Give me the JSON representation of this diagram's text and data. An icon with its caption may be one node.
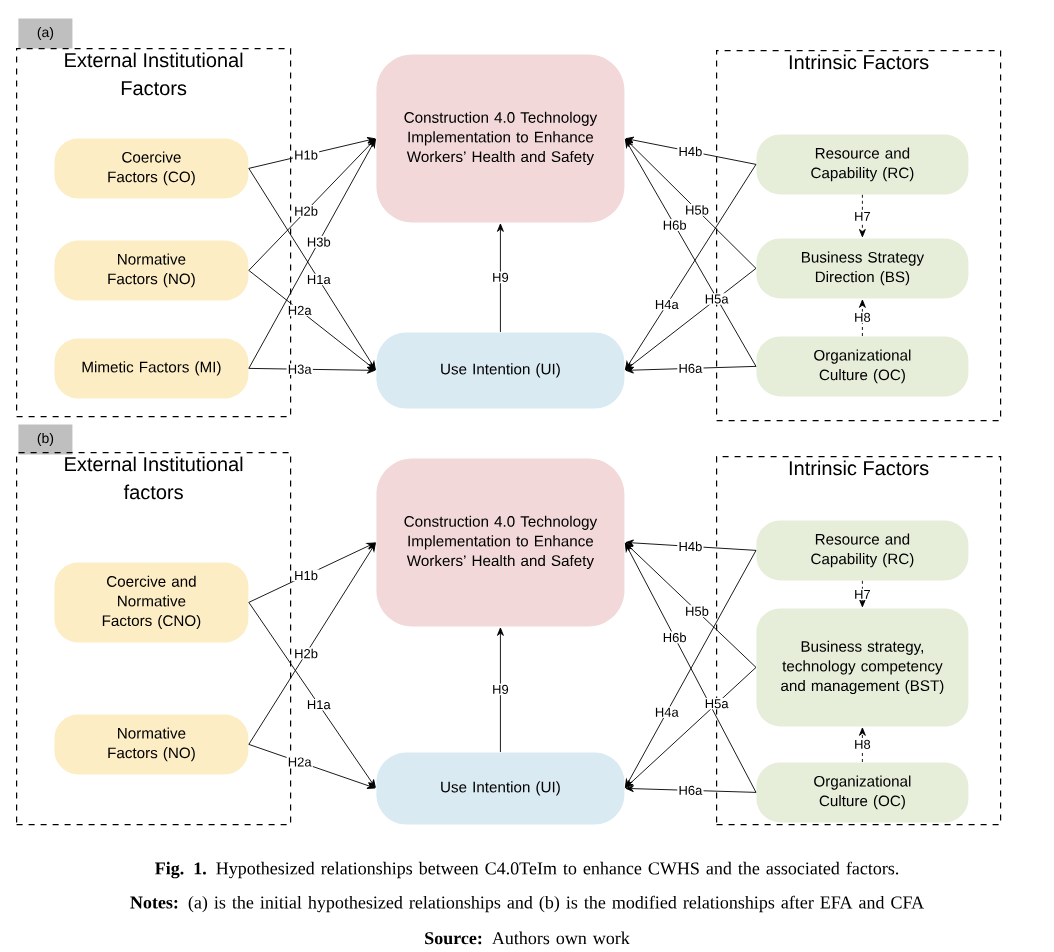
{
  "diagram": {
    "caption": "**Fig. 1.** Hypothesized relationships between C4.0TeIm to enhance CWHS and the associated factors.",
    "nodes": [
      {
        "text": [
          "(a)"
        ]
      },
      {
        "text": [
          "External Institutional Factors"
        ]
      },
      {
        "text": [
          "Coercive Factors (CO)"
        ],
        "in": 1
      },
      {
        "text": [
          "Normative Factors (NO)"
        ],
        "in": 1
      },
      {
        "text": [
          "Mimetic Factors (MI)"
        ],
        "in": 1
      },
      {
        "text": [
          "Construction 4.0 Technology Implementation to Enhance Workers’ Health and Safety"
        ]
      },
      {
        "text": [
          "Use Intention (UI)"
        ]
      },
      {
        "text": [
          "Intrinsic Factors"
        ]
      },
      {
        "text": [
          "Resource and Capability (RC)"
        ],
        "in": 7
      },
      {
        "text": [
          "Business Strategy Direction (BS)"
        ],
        "in": 7
      },
      {
        "text": [
          "Organizational Culture (OC)"
        ],
        "in": 7
      },
      {
        "text": [
          "(b)"
        ]
      },
      {
        "text": [
          "External Institutional factors"
        ]
      },
      {
        "text": [
          "Coercive and Normative Factors (CNO)"
        ],
        "in": 12
      },
      {
        "text": [
          "Normative Factors (NO)"
        ],
        "in": 12
      },
      {
        "text": [
          "Construction 4.0 Technology Implementation to Enhance Workers’ Health and Safety"
        ]
      },
      {
        "text": [
          "Use Intention (UI)"
        ]
      },
      {
        "text": [
          "Intrinsic Factors"
        ]
      },
      {
        "text": [
          "Resource and Capability (RC)"
        ],
        "in": 17
      },
      {
        "text": [
          "Business strategy, technology competency and management (BST)"
        ],
        "in": 17
      },
      {
        "text": [
          "Organizational Culture (OC)"
        ],
        "in": 17
      }
    ],
    "edges": [
      {
        "from": 2,
        "to": 5,
        "arrow": "to",
        "label": "H1b"
      },
      {
        "from": 2,
        "to": 6,
        "arrow": "to",
        "label": "H1a"
      },
      {
        "from": 3,
        "to": 5,
        "arrow": "to",
        "label": "H2b"
      },
      {
        "from": 3,
        "to": 6,
        "arrow": "to",
        "label": "H2a"
      },
      {
        "from": 4,
        "to": 5,
        "arrow": "to",
        "label": "H3b"
      },
      {
        "from": 4,
        "to": 6,
        "arrow": "to",
        "label": "H3a"
      },
      {
        "from": 8,
        "to": 5,
        "arrow": "to",
        "label": "H4b"
      },
      {
        "from": 8,
        "to": 6,
        "arrow": "to",
        "label": "H4a"
      },
      {
        "from": 9,
        "to": 5,
        "arrow": "to",
        "label": "H5b"
      },
      {
        "from": 9,
        "to": 6,
        "arrow": "to",
        "label": "H5a"
      },
      {
        "from": 10,
        "to": 5,
        "arrow": "to",
        "label": "H6b"
      },
      {
        "from": 10,
        "to": 6,
        "arrow": "to",
        "label": "H6a"
      },
      {
        "from": 8,
        "to": 9,
        "arrow": "to",
        "label": "H7",
        "style": "dashed"
      },
      {
        "from": 10,
        "to": 9,
        "arrow": "to",
        "label": "H8",
        "style": "dashed"
      },
      {
        "from": 6,
        "to": 5,
        "arrow": "to",
        "label": "H9"
      },
      {
        "from": 13,
        "to": 15,
        "arrow": "to",
        "label": "H1b"
      },
      {
        "from": 13,
        "to": 16,
        "arrow": "to",
        "label": "H1a"
      },
      {
        "from": 14,
        "to": 15,
        "arrow": "to",
        "label": "H2b"
      },
      {
        "from": 14,
        "to": 16,
        "arrow": "to",
        "label": "H2a"
      },
      {
        "from": 18,
        "to": 15,
        "arrow": "to",
        "label": "H4b"
      },
      {
        "from": 18,
        "to": 16,
        "arrow": "to",
        "label": "H4a"
      },
      {
        "from": 19,
        "to": 15,
        "arrow": "to",
        "label": "H5b"
      },
      {
        "from": 19,
        "to": 16,
        "arrow": "to",
        "label": "H5a"
      },
      {
        "from": 20,
        "to": 15,
        "arrow": "to",
        "label": "H6b"
      },
      {
        "from": 20,
        "to": 16,
        "arrow": "to",
        "label": "H6a"
      },
      {
        "from": 18,
        "to": 19,
        "arrow": "to",
        "label": "H7",
        "style": "dashed"
      },
      {
        "from": 20,
        "to": 19,
        "arrow": "to",
        "label": "H8",
        "style": "dashed"
      },
      {
        "from": 16,
        "to": 15,
        "arrow": "to",
        "label": "H9"
      }
    ],
    "labels": [
      "**Notes:** (a) is the initial hypothesized relationships and (b) is the modified relationships after EFA and CFA",
      "**Source:** Authors own work"
    ]
  }
}
